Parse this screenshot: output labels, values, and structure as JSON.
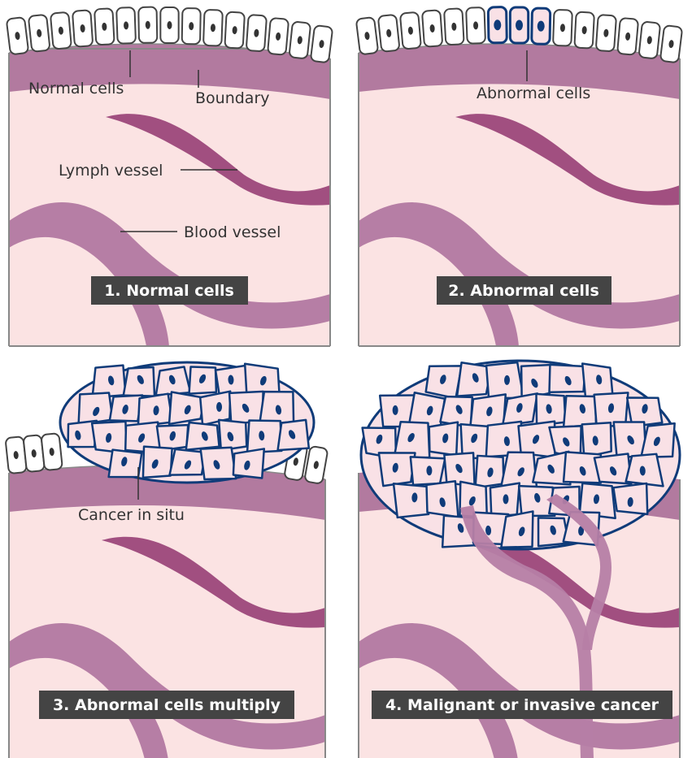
{
  "colors": {
    "tissue": "#fbe3e3",
    "boundary": "#b27a9f",
    "lymph": "#a14f80",
    "blood": "#b67ea5",
    "normal_cell_fill": "#ffffff",
    "cell_outline": "#444444",
    "abnormal_outline": "#0f3b79",
    "abnormal_fill": "#f9e1e6",
    "caption_bg": "#444444",
    "caption_text": "#ffffff"
  },
  "panels": [
    {
      "caption": "1. Normal cells",
      "labels": {
        "normal_cells": "Normal cells",
        "boundary": "Boundary",
        "lymph_vessel": "Lymph vessel",
        "blood_vessel": "Blood vessel"
      }
    },
    {
      "caption": "2. Abnormal cells",
      "labels": {
        "abnormal_cells": "Abnormal cells"
      }
    },
    {
      "caption": "3. Abnormal cells multiply",
      "labels": {
        "cancer_in_situ": "Cancer in situ"
      }
    },
    {
      "caption": "4. Malignant or invasive cancer",
      "labels": {}
    }
  ]
}
